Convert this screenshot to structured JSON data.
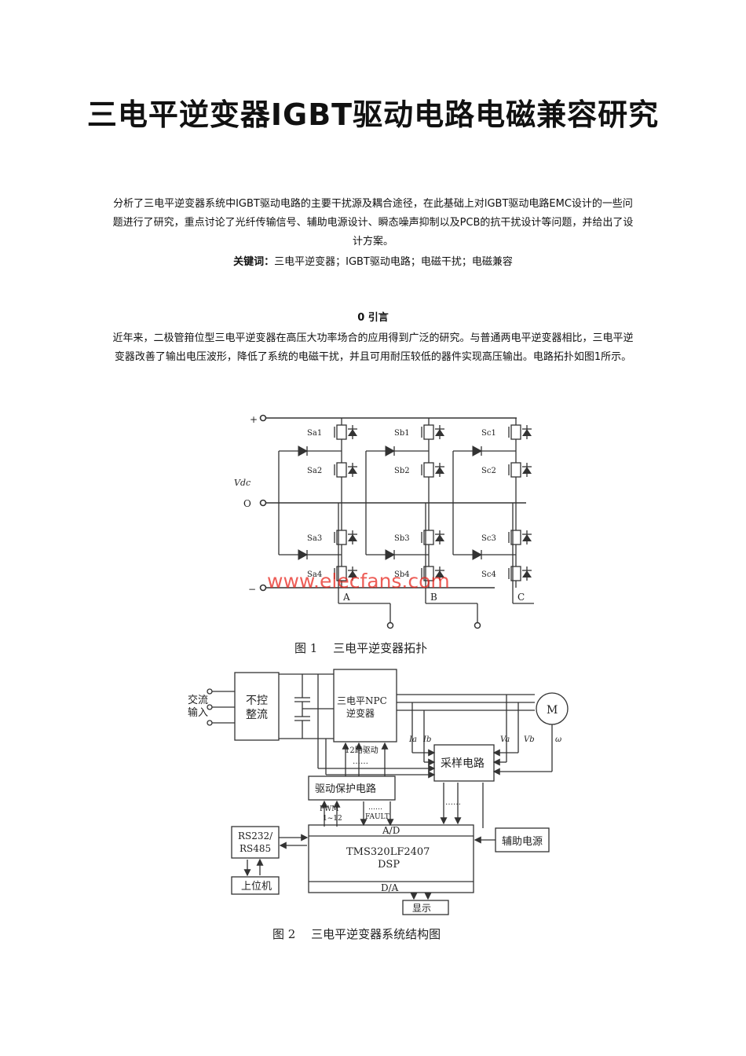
{
  "title": "三电平逆变器IGBT驱动电路电磁兼容研究",
  "abstract": "分析了三电平逆变器系统中IGBT驱动电路的主要干扰源及耦合途径，在此基础上对lGBT驱动电路EMC设计的一些问题进行了研究，重点讨论了光纤传输信号、辅助电源设计、瞬态噪声抑制以及PCB的抗干扰设计等问题，并给出了设计方案。",
  "keywords": {
    "label": "关键词：",
    "text": "三电平逆变器；IGBT驱动电路；电磁干扰；电磁兼容"
  },
  "section0": {
    "heading": "0 引言",
    "body": "近年来，二极管箝位型三电平逆变器在高压大功率场合的应用得到广泛的研究。与普通两电平逆变器相比，三电平逆变器改善了输出电压波形，降低了系统的电磁干扰，并且可用耐压较低的器件实现高压输出。电路拓扑如图1所示。"
  },
  "figure1": {
    "caption": "图 1　 三电平逆变器拓扑",
    "watermark": "www.elecfans.com",
    "plus": "+",
    "minus": "−",
    "vdc": "Vdc",
    "mid": "O",
    "phases": [
      {
        "name": "A",
        "switches": [
          "Sa1",
          "Sa2",
          "Sa3",
          "Sa4"
        ]
      },
      {
        "name": "B",
        "switches": [
          "Sb1",
          "Sb2",
          "Sb3",
          "Sb4"
        ]
      },
      {
        "name": "C",
        "switches": [
          "Sc1",
          "Sc2",
          "Sc3",
          "Sc4"
        ]
      }
    ]
  },
  "figure2": {
    "caption": "图 2　 三电平逆变器系统结构图",
    "ac_input": [
      "交流",
      "输入"
    ],
    "rectifier": [
      "不控",
      "整流"
    ],
    "inverter": [
      "三电平NPC",
      "逆变器"
    ],
    "motor": "M",
    "drive_label": "12路驱动",
    "dots": "……",
    "sampling": "采样电路",
    "drive_protect": "驱动保护电路",
    "pwm": [
      "PWM",
      "1~12"
    ],
    "fault": "FAULT",
    "ad": "A/D",
    "dsp": [
      "TMS320LF2407",
      "DSP"
    ],
    "da": "D/A",
    "aux_power": "辅助电源",
    "rs": [
      "RS232/",
      "RS485"
    ],
    "host": "上位机",
    "display": "显示",
    "signals": [
      "Ia",
      "Ib",
      "Va",
      "Vb",
      "ω"
    ]
  }
}
